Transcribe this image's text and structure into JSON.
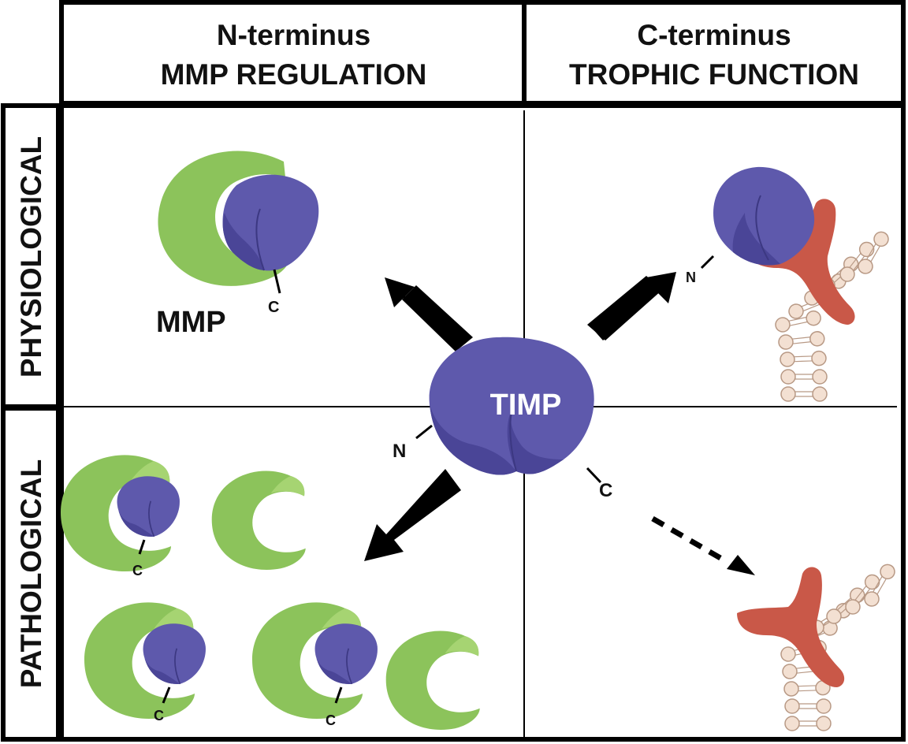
{
  "columns": {
    "n_terminus": {
      "line1": "N-terminus",
      "line2": "MMP REGULATION"
    },
    "c_terminus": {
      "line1": "C-terminus",
      "line2": "TROPHIC FUNCTION"
    }
  },
  "rows": {
    "physiological": "PHYSIOLOGICAL",
    "pathological": "PATHOLOGICAL"
  },
  "labels": {
    "timp": "TIMP",
    "mmp": "MMP",
    "n": "N",
    "c": "C"
  },
  "colors": {
    "timp_purple": "#5e59ac",
    "timp_shadow": "#4a4597",
    "mmp_green": "#8cc35b",
    "mmp_green_light": "#a6d472",
    "receptor_red": "#c95848",
    "lipid_fill": "#f3e0d2",
    "lipid_stroke": "#b89985",
    "arrow": "#000000"
  },
  "icons": [
    "timp-protein",
    "mmp-enzyme",
    "receptor",
    "lipid-bilayer",
    "arrow"
  ]
}
